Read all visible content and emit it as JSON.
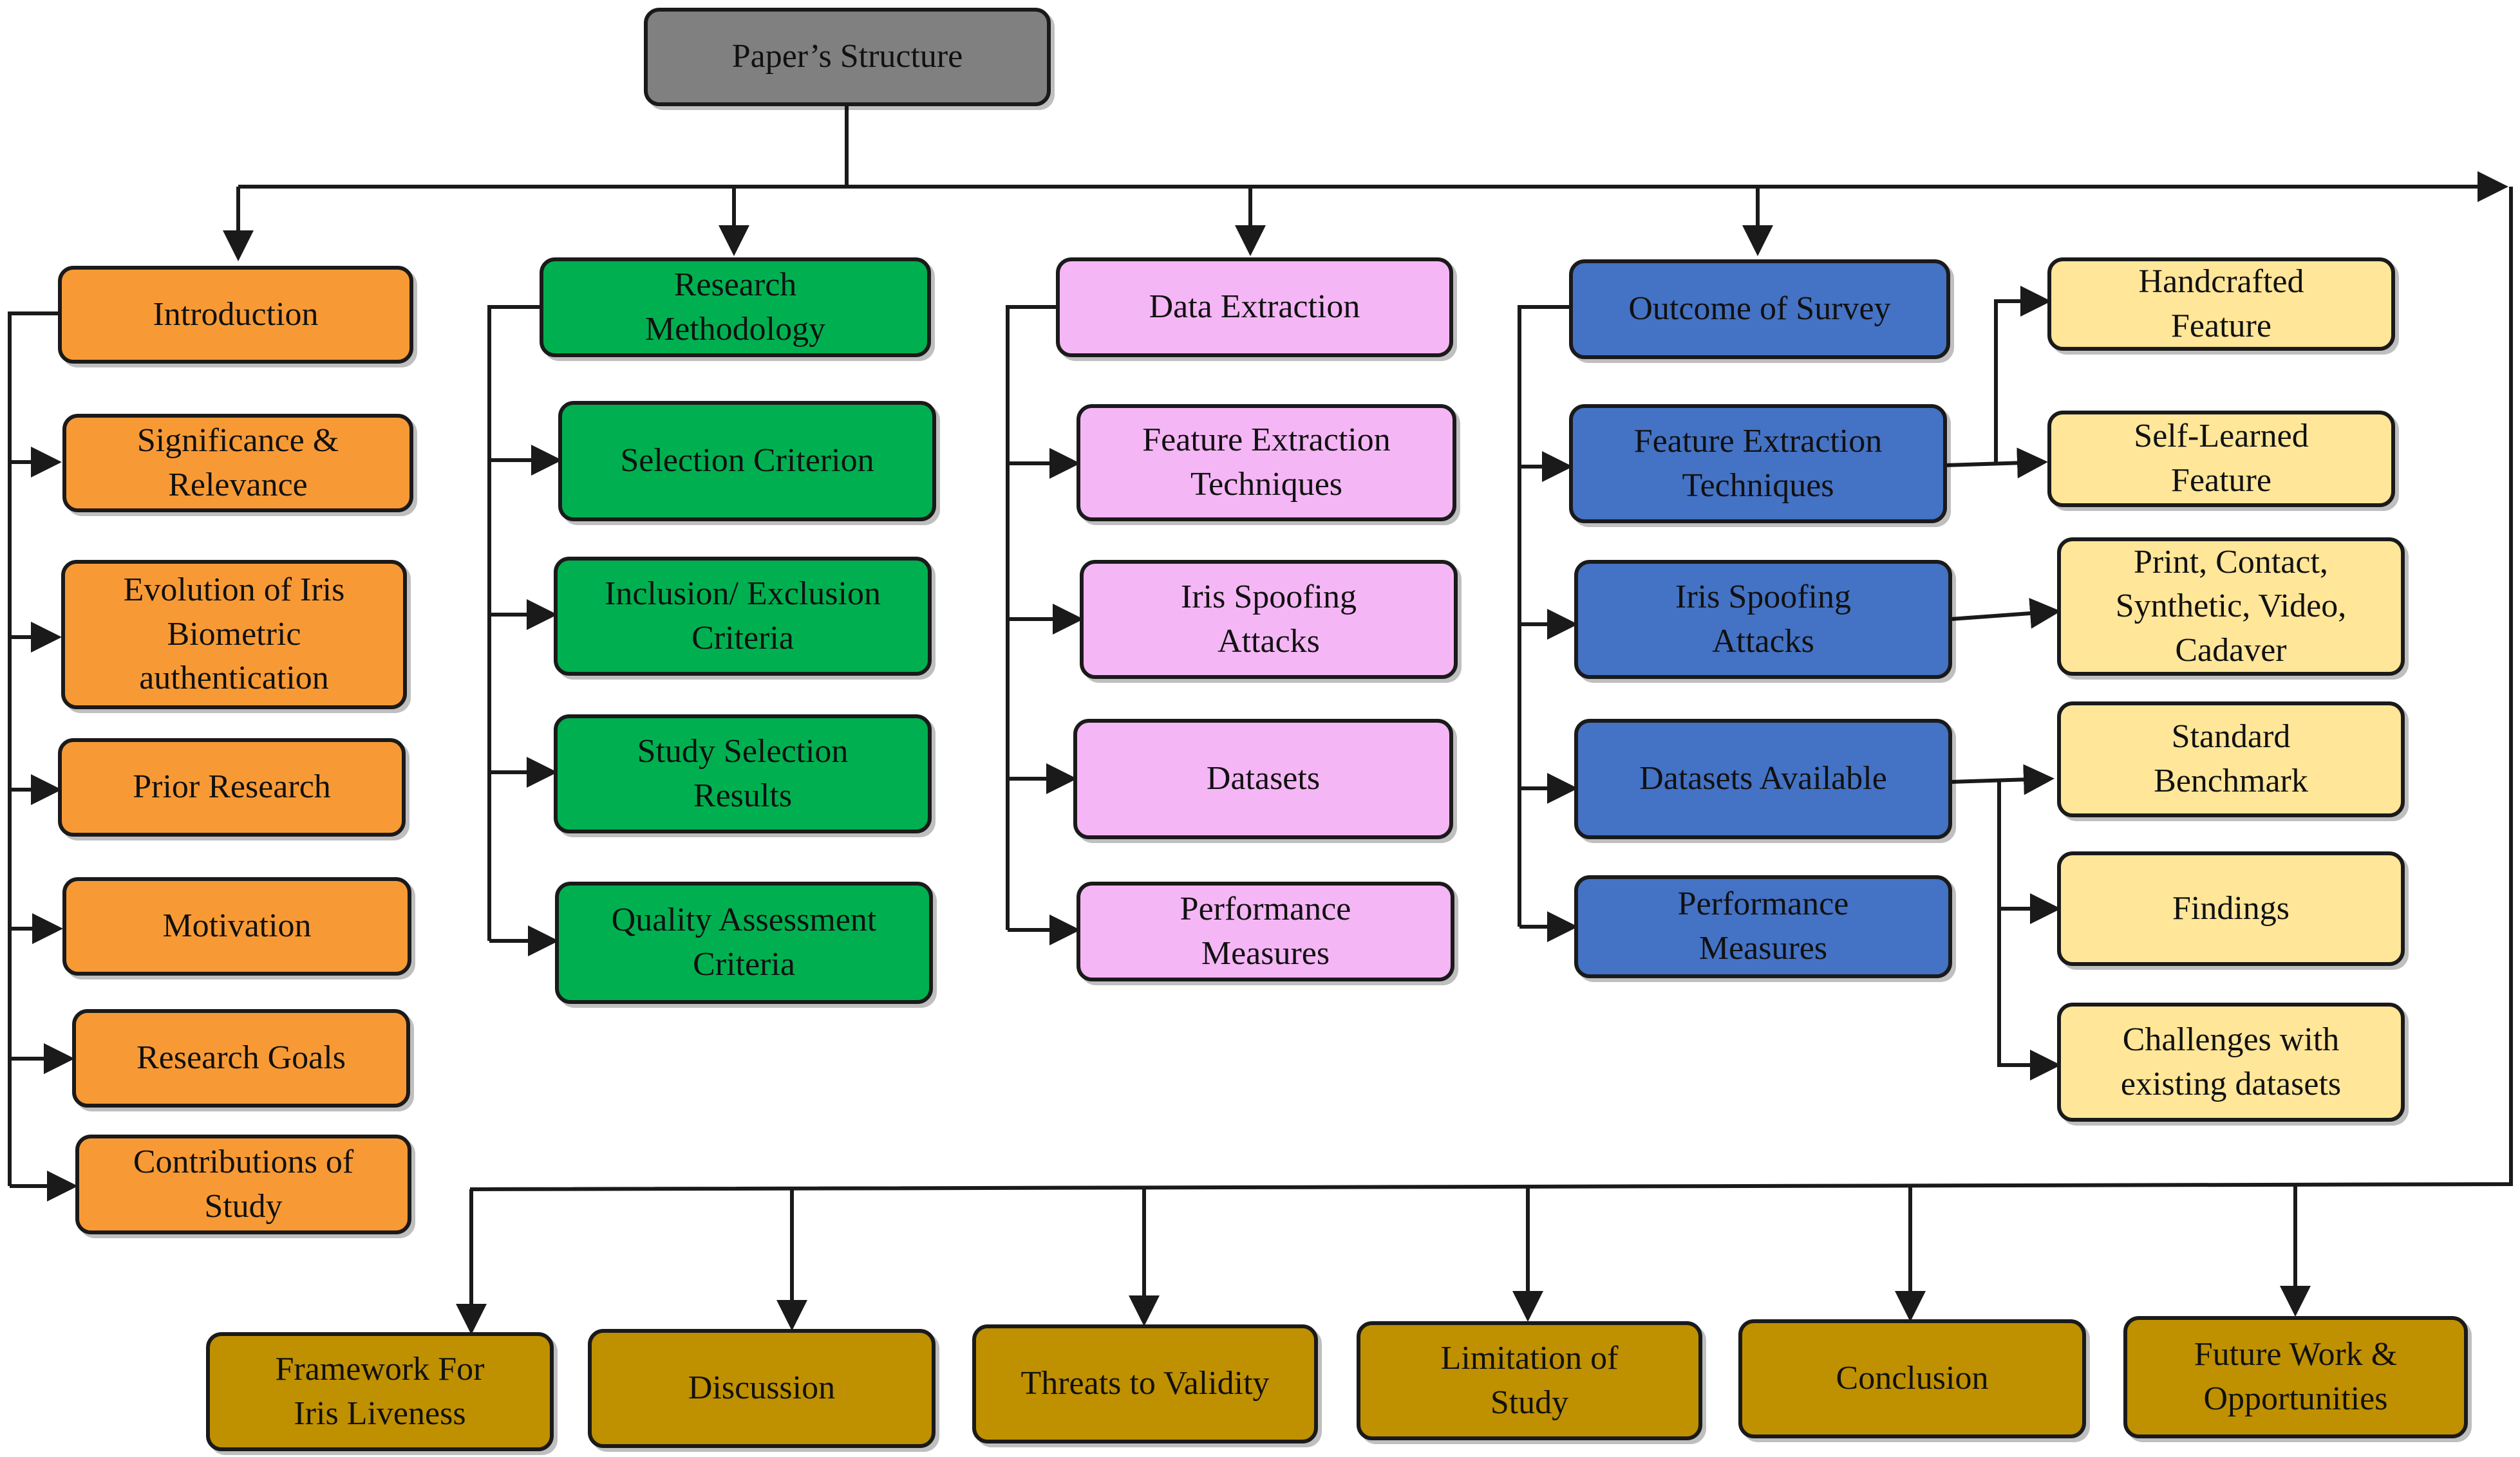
{
  "colors": {
    "root": "#808080",
    "introduction": "#f79a36",
    "research_methodology": "#00b050",
    "data_extraction": "#f5b6f5",
    "outcome_of_survey": "#4472c4",
    "outcome_details": "#ffe699",
    "closing_sections": "#bf9000",
    "line": "#1a1a1a"
  },
  "root": {
    "label": "Paper’s Structure"
  },
  "introduction": {
    "title": "Introduction",
    "items": [
      "Significance &\nRelevance",
      "Evolution of Iris\nBiometric\nauthentication",
      "Prior Research",
      "Motivation",
      "Research Goals",
      "Contributions of\nStudy"
    ]
  },
  "research_methodology": {
    "title": "Research\nMethodology",
    "items": [
      "Selection Criterion",
      "Inclusion/ Exclusion\nCriteria",
      "Study Selection\nResults",
      "Quality Assessment\nCriteria"
    ]
  },
  "data_extraction": {
    "title": "Data Extraction",
    "items": [
      "Feature Extraction\nTechniques",
      "Iris Spoofing\nAttacks",
      "Datasets",
      "Performance\nMeasures"
    ]
  },
  "outcome_of_survey": {
    "title": "Outcome of Survey",
    "items": [
      "Feature Extraction\nTechniques",
      "Iris Spoofing\nAttacks",
      "Datasets Available",
      "Performance\nMeasures"
    ]
  },
  "outcome_details": {
    "feature_types": [
      "Handcrafted\nFeature",
      "Self-Learned\nFeature"
    ],
    "attack_types": "Print, Contact,\nSynthetic, Video,\nCadaver",
    "dataset_topics": [
      "Standard\nBenchmark",
      "Findings",
      "Challenges with\nexisting datasets"
    ]
  },
  "closing_sections": [
    "Framework For\nIris Liveness",
    "Discussion",
    "Threats to Validity",
    "Limitation of\nStudy",
    "Conclusion",
    "Future Work &\nOpportunities"
  ]
}
